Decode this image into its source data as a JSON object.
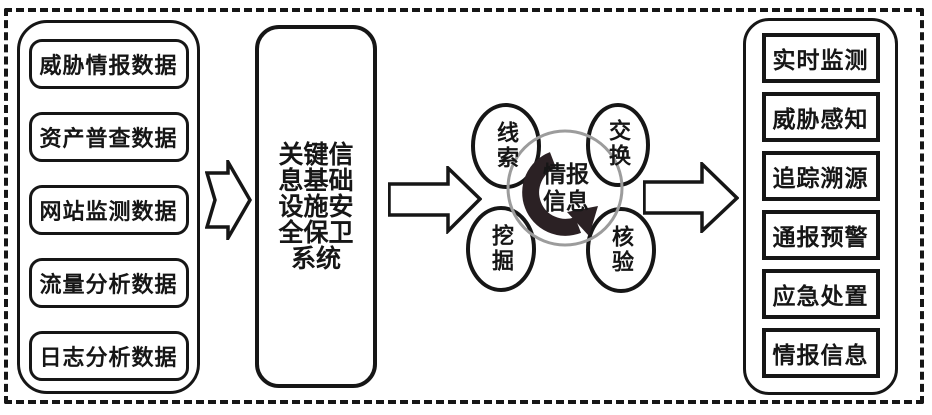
{
  "left_panel": {
    "items": [
      "威胁情报数据",
      "资产普查数据",
      "网站监测数据",
      "流量分析数据",
      "日志分析数据"
    ]
  },
  "center_box": {
    "label": "关键信息基础设施安全保卫系统"
  },
  "cycle": {
    "center_label": "情报信息",
    "nodes": {
      "top_left": "线索",
      "top_right": "交换",
      "bottom_left": "挖掘",
      "bottom_right": "核验"
    }
  },
  "right_panel": {
    "items": [
      "实时监测",
      "威胁感知",
      "追踪溯源",
      "通报预警",
      "应急处置",
      "情报信息"
    ]
  },
  "colors": {
    "line": "#161616",
    "cycle_ring": "#9c9c9c",
    "rotation_arrow": "#2b2124",
    "background": "#ffffff"
  }
}
